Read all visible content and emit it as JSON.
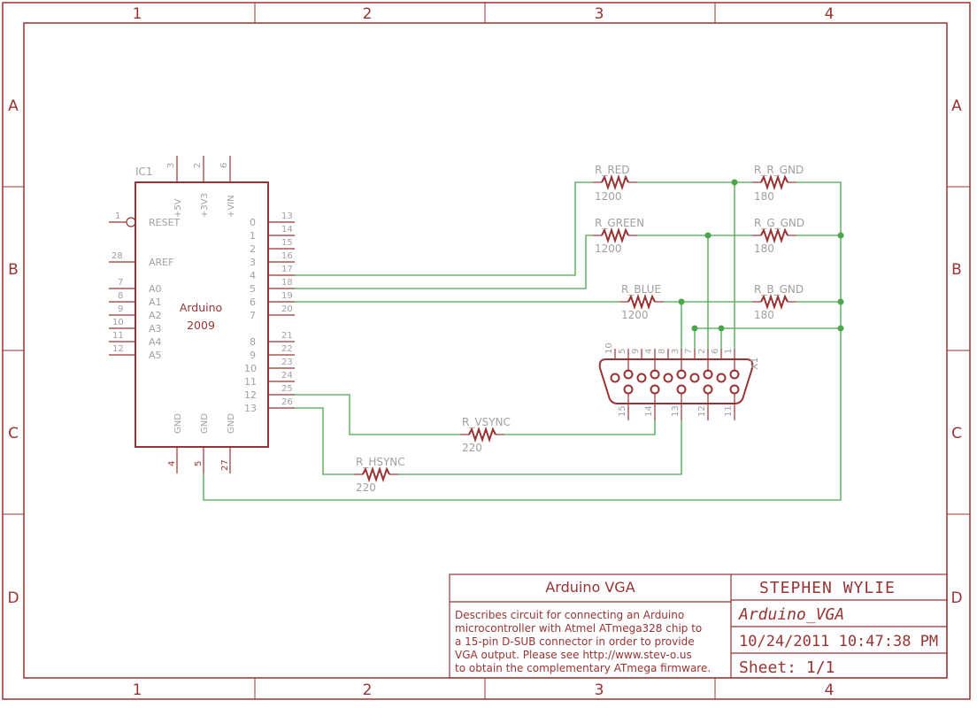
{
  "frame": {
    "columns": [
      "1",
      "2",
      "3",
      "4"
    ],
    "rows": [
      "A",
      "B",
      "C",
      "D"
    ]
  },
  "ic1": {
    "name": "IC1",
    "value_line1": "Arduino",
    "value_line2": "2009",
    "power_pins": [
      {
        "num": "3",
        "label": "+5V"
      },
      {
        "num": "2",
        "label": "+3V3"
      },
      {
        "num": "6",
        "label": "+VIN"
      }
    ],
    "left_pins": [
      {
        "num": "1",
        "label": "RESET"
      },
      {
        "num": "28",
        "label": "AREF"
      },
      {
        "num": "7",
        "label": "A0"
      },
      {
        "num": "8",
        "label": "A1"
      },
      {
        "num": "9",
        "label": "A2"
      },
      {
        "num": "10",
        "label": "A3"
      },
      {
        "num": "11",
        "label": "A4"
      },
      {
        "num": "12",
        "label": "A5"
      }
    ],
    "right_pins": [
      {
        "num": "13",
        "label": "0"
      },
      {
        "num": "14",
        "label": "1"
      },
      {
        "num": "15",
        "label": "2"
      },
      {
        "num": "16",
        "label": "3"
      },
      {
        "num": "17",
        "label": "4"
      },
      {
        "num": "18",
        "label": "5"
      },
      {
        "num": "19",
        "label": "6"
      },
      {
        "num": "20",
        "label": "7"
      },
      {
        "num": "21",
        "label": "8"
      },
      {
        "num": "22",
        "label": "9"
      },
      {
        "num": "23",
        "label": "10"
      },
      {
        "num": "24",
        "label": "11"
      },
      {
        "num": "25",
        "label": "12"
      },
      {
        "num": "26",
        "label": "13"
      }
    ],
    "gnd_pins": [
      {
        "num": "4",
        "label": "GND"
      },
      {
        "num": "5",
        "label": "GND"
      },
      {
        "num": "27",
        "label": "GND"
      }
    ]
  },
  "resistors": [
    {
      "name": "R_RED",
      "value": "1200"
    },
    {
      "name": "R_GREEN",
      "value": "1200"
    },
    {
      "name": "R_BLUE",
      "value": "1200"
    },
    {
      "name": "R_R_GND",
      "value": "180"
    },
    {
      "name": "R_G_GND",
      "value": "180"
    },
    {
      "name": "R_B_GND",
      "value": "180"
    },
    {
      "name": "R_VSYNC",
      "value": "220"
    },
    {
      "name": "R_HSYNC",
      "value": "220"
    }
  ],
  "connector": {
    "name": "X1",
    "top_pins": [
      "10",
      "5",
      "9",
      "4",
      "8",
      "3",
      "7",
      "2",
      "6",
      "1"
    ],
    "bottom_pins": [
      "15",
      "14",
      "13",
      "12",
      "11"
    ]
  },
  "title_block": {
    "title": "Arduino VGA",
    "description": [
      "Describes circuit for connecting an Arduino",
      "microcontroller with Atmel ATmega328 chip to",
      "a 15-pin D-SUB connector in order to provide",
      "VGA output.  Please see http://www.stev-o.us",
      "to obtain the complementary ATmega firmware."
    ],
    "author": "STEPHEN WYLIE",
    "filename": "Arduino_VGA",
    "datetime": "10/24/2011 10:47:38 PM",
    "sheet": "Sheet: 1/1"
  },
  "colors": {
    "outline": "#993333",
    "wire": "#4aa64a",
    "label_gray": "#a0a0a0"
  }
}
